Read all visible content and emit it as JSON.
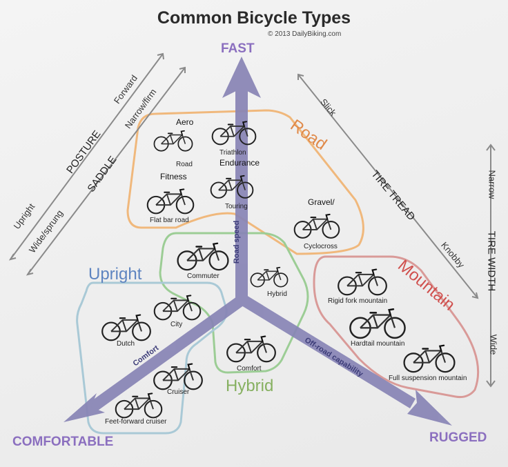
{
  "title": "Common Bicycle Types",
  "copyright": "© 2013 DailyBiking.com",
  "vertices": {
    "top": "FAST",
    "left": "COMFORTABLE",
    "right": "RUGGED"
  },
  "arrow_labels": {
    "road_speed": "Road speed",
    "comfort": "Comfort",
    "offroad": "Off-road capability"
  },
  "groups": {
    "road": "Road",
    "upright": "Upright",
    "hybrid": "Hybrid",
    "mountain": "Mountain"
  },
  "bikes": {
    "aero": "Aero",
    "road": "Road",
    "triathlon": "Triathlon",
    "endurance": "Endurance",
    "fitness": "Fitness",
    "touring": "Touring",
    "flat_bar_road": "Flat bar road",
    "gravel": "Gravel/",
    "cyclocross": "Cyclocross",
    "commuter": "Commuter",
    "hybrid": "Hybrid",
    "city": "City",
    "dutch": "Dutch",
    "comfort": "Comfort",
    "cruiser": "Cruiser",
    "feet_forward_cruiser": "Feet-forward cruiser",
    "rigid_fork_mountain": "Rigid fork mountain",
    "hardtail_mountain": "Hardtail mountain",
    "full_suspension_mountain": "Full suspension mountain"
  },
  "axes": {
    "posture": {
      "label": "POSTURE",
      "left": "Upright",
      "right": "Forward"
    },
    "saddle": {
      "label": "SADDLE",
      "left": "Wide/sprung",
      "right": "Narrow/firm"
    },
    "tire_tread": {
      "label": "TIRE TREAD",
      "top": "Slick",
      "bottom": "Knobby"
    },
    "tire_width": {
      "label": "TIRE WIDTH",
      "top": "Narrow",
      "bottom": "Wide"
    }
  },
  "colors": {
    "road": "#f0b87c",
    "upright": "#a9c9d6",
    "hybrid": "#9ccd95",
    "mountain": "#d99a98",
    "road_text": "#e08a4a",
    "upright_text": "#5e84c0",
    "hybrid_text": "#86b060",
    "mountain_text": "#d0504e",
    "vertex": "#8b6fbf",
    "main_arrow": "#8884b5"
  }
}
